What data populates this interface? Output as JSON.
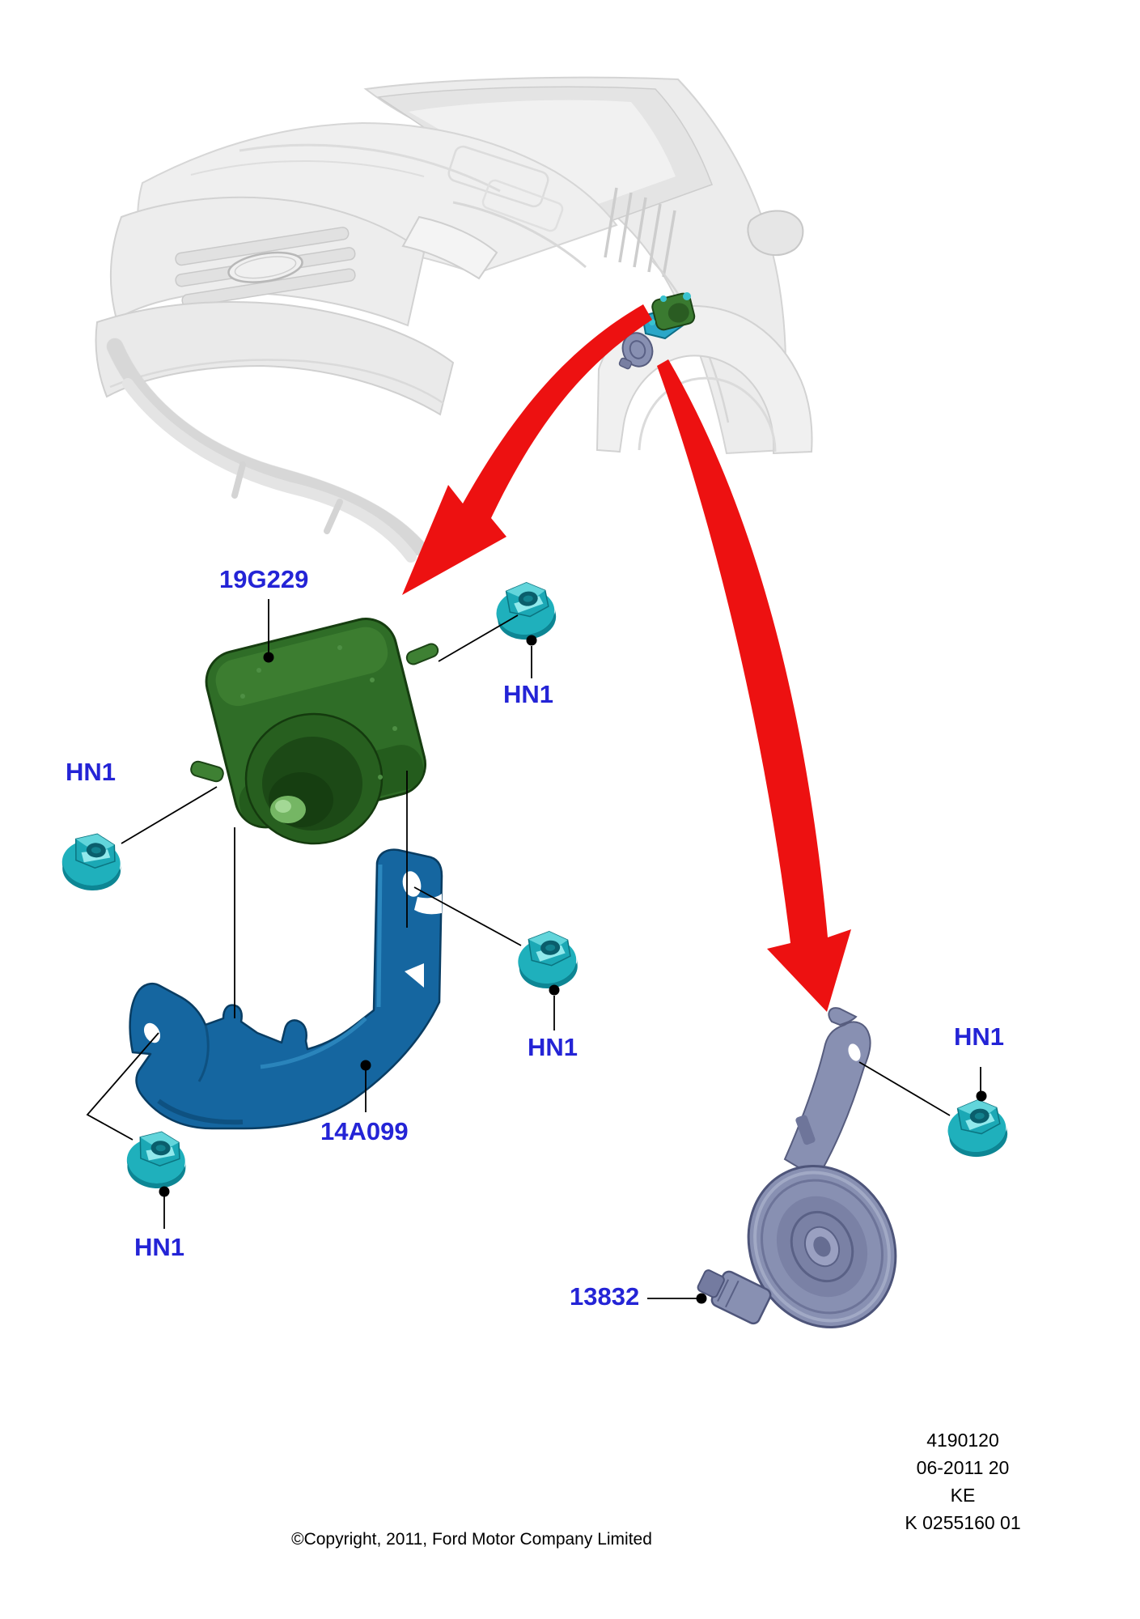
{
  "labels": {
    "alarm_module": "19G229",
    "nut": "HN1",
    "bracket": "14A099",
    "horn": "13832"
  },
  "plate": {
    "lines": [
      "4190120",
      "06-2011 20",
      "KE",
      "K 0255160 01"
    ]
  },
  "footer": {
    "copyright": "©Copyright, 2011, Ford Motor Company Limited"
  },
  "colors": {
    "label_blue": "#2424D6",
    "arrow_red": "#ED1111",
    "nut_teal": "#1FB0BC",
    "bracket_blue": "#1566A0",
    "alarm_green": "#2F6D27",
    "horn_gray": "#8890B2",
    "vehicle_ghost": "#ECECEC",
    "callout_black": "#000000"
  },
  "icons": {
    "vehicle": "vehicle-ghost-illustration",
    "alarm": "alarm-sounder-illustration",
    "bracket": "mounting-bracket-illustration",
    "horn": "horn-illustration",
    "nut": "flange-nut-illustration",
    "arrow": "red-location-arrow-icon"
  }
}
